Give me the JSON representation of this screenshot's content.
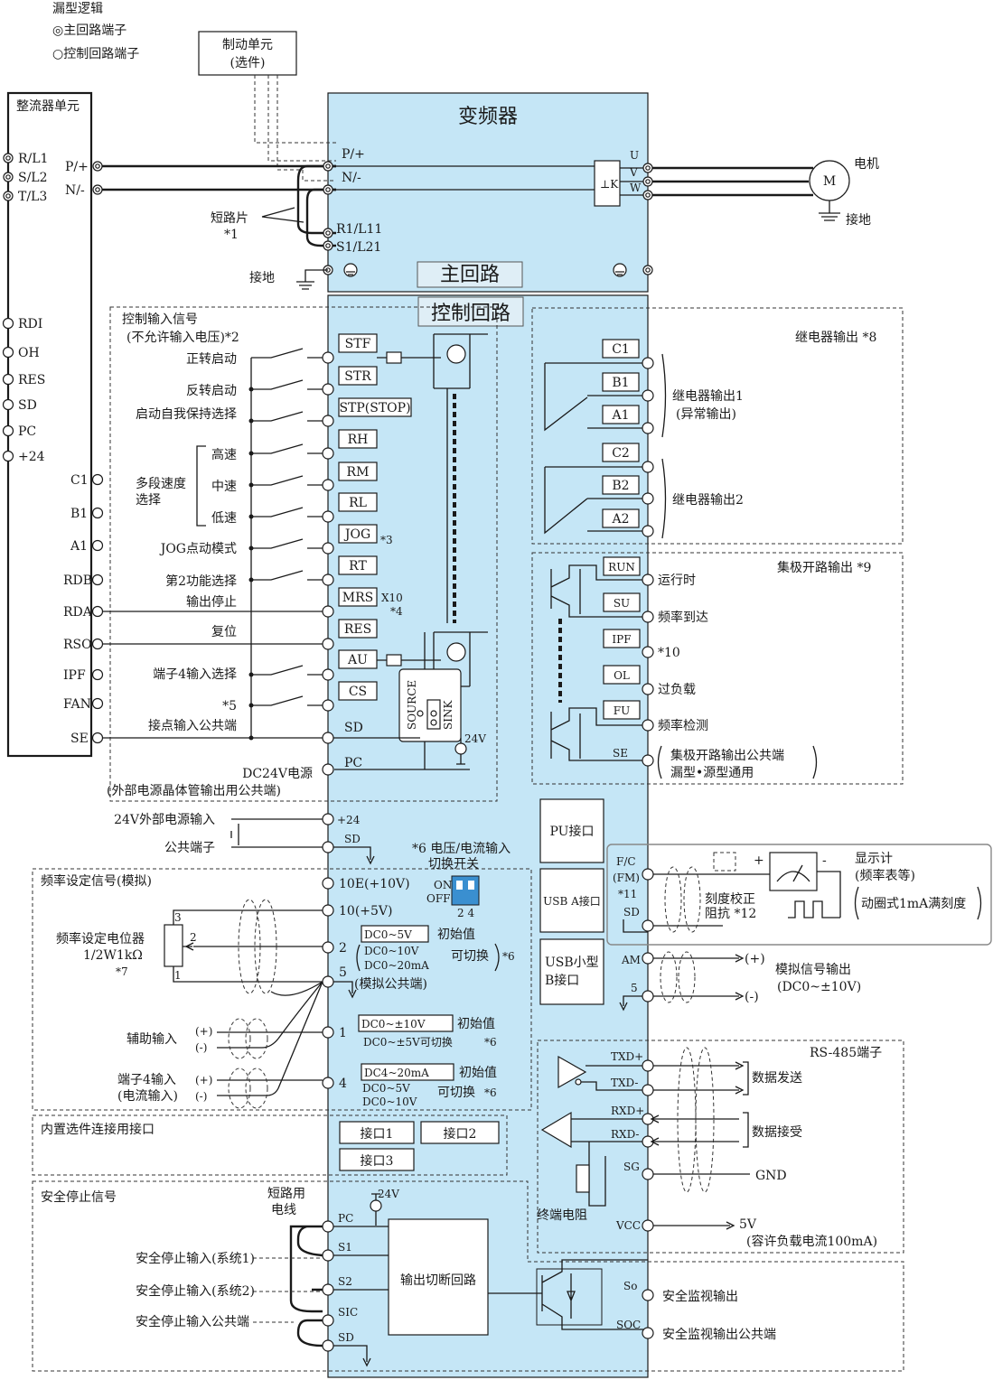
{
  "colors": {
    "panel": "#c5e6f6",
    "line": "#1a1a1a"
  },
  "legend": {
    "title": "漏型逻辑",
    "main": "◎主回路端子",
    "control": "○控制回路端子"
  },
  "brake_unit": {
    "line1": "制动单元",
    "line2": "(选件)"
  },
  "rectifier": {
    "title": "整流器单元",
    "inputs": [
      "R/L1",
      "S/L2",
      "T/L3"
    ],
    "dc": [
      "P/+",
      "N/-"
    ],
    "signals": [
      "RDI",
      "OH",
      "RES",
      "SD",
      "PC",
      "+24",
      "C1",
      "B1",
      "A1",
      "RDB",
      "RDA",
      "RSO",
      "IPF",
      "FAN",
      "SE"
    ]
  },
  "inverter": {
    "title": "变频器",
    "main_circuit": "主回路",
    "control_circuit": "控制回路",
    "main_terminals": [
      "P/+",
      "N/-",
      "R1/L11",
      "S1/L21"
    ],
    "output_terminals": [
      "U",
      "V",
      "W"
    ]
  },
  "motor": {
    "label": "电机",
    "symbol": "M",
    "ground": "接地"
  },
  "short_bar": {
    "label": "短路片",
    "note": "*1"
  },
  "ground_label": "接地",
  "control_input": {
    "title": "控制输入信号",
    "subtitle": "(不允许输入电压)*2",
    "items": [
      {
        "terminal": "STF",
        "label": "正转启动"
      },
      {
        "terminal": "STR",
        "label": "反转启动"
      },
      {
        "terminal": "STP(STOP)",
        "label": "启动自我保持选择"
      },
      {
        "terminal": "RH",
        "label": "高速"
      },
      {
        "terminal": "RM",
        "label": "中速"
      },
      {
        "terminal": "RL",
        "label": "低速"
      },
      {
        "terminal": "JOG",
        "label": "JOG点动模式"
      },
      {
        "terminal": "RT",
        "label": "第2功能选择"
      },
      {
        "terminal": "MRS",
        "label": "输出停止"
      },
      {
        "terminal": "RES",
        "label": "复位"
      },
      {
        "terminal": "AU",
        "label": "端子4输入选择"
      },
      {
        "terminal": "CS",
        "label": "*5"
      }
    ],
    "multi_speed": "多段速度",
    "multi_speed2": "选择",
    "jog_note": "*3",
    "x10": "X10",
    "x10_note": "*4",
    "sd_terminal": "SD",
    "sd_label": "接点输入公共端",
    "pc_terminal": "PC",
    "pc_label1": "DC24V电源",
    "pc_label2": "(外部电源晶体管输出用公共端)",
    "source": "SOURCE",
    "sink": "SINK",
    "v24": "24V"
  },
  "ext_power": {
    "plus24": "+24",
    "plus24_label": "24V外部电源输入",
    "sd": "SD",
    "sd_label": "公共端子"
  },
  "freq": {
    "title": "频率设定信号(模拟)",
    "switch_label1": "*6 电压/电流输入",
    "switch_label2": "切换开关",
    "on": "ON",
    "off": "OFF",
    "switch_nums": "2 4",
    "t10e": "10E(+10V)",
    "t10": "10(+5V)",
    "t2": "2",
    "t5": "5",
    "t5_label": "(模拟公共端)",
    "t1": "1",
    "t4": "4",
    "pot_label1": "频率设定电位器",
    "pot_label2": "1/2W1kΩ",
    "pot_note": "*7",
    "pot_pins": [
      "3",
      "2",
      "1"
    ],
    "t2_init": "DC0~5V",
    "t2_alt1": "DC0~10V",
    "t2_alt2": "DC0~20mA",
    "init": "初始值",
    "switchable": "可切换",
    "note6": "*6",
    "aux_label": "辅助输入",
    "plus": "(+)",
    "minus": "(-)",
    "t1_init": "DC0~±10V",
    "t1_alt": "DC0~±5V可切换",
    "t4_label1": "端子4输入",
    "t4_label2": "(电流输入)",
    "t4_init": "DC4~20mA",
    "t4_alt1": "DC0~5V",
    "t4_alt2": "DC0~10V"
  },
  "option_conn": {
    "title": "内置选件连接用接口",
    "items": [
      "接口1",
      "接口2",
      "接口3"
    ]
  },
  "safety": {
    "title": "安全停止信号",
    "short_label1": "短路用",
    "short_label2": "电线",
    "v24": "24V",
    "terminals": [
      "PC",
      "S1",
      "S2",
      "SIC",
      "SD"
    ],
    "in1": "安全停止输入(系统1)",
    "in2": "安全停止输入(系统2)",
    "common": "安全停止输入公共端",
    "cutoff": "输出切断回路",
    "so": "So",
    "so_label": "安全监视输出",
    "soc": "SOC",
    "soc_label": "安全监视输出公共端"
  },
  "relay": {
    "title": "继电器输出 *8",
    "terminals1": [
      "C1",
      "B1",
      "A1"
    ],
    "terminals2": [
      "C2",
      "B2",
      "A2"
    ],
    "label1a": "继电器输出1",
    "label1b": "(异常输出)",
    "label2": "继电器输出2"
  },
  "open_collector": {
    "title": "集极开路输出 *9",
    "items": [
      {
        "terminal": "RUN",
        "label": "运行时"
      },
      {
        "terminal": "SU",
        "label": "频率到达"
      },
      {
        "terminal": "IPF",
        "label": "*10"
      },
      {
        "terminal": "OL",
        "label": "过负载"
      },
      {
        "terminal": "FU",
        "label": "频率检测"
      }
    ],
    "se": "SE",
    "se_label1": "集极开路输出公共端",
    "se_label2": "漏型•源型通用"
  },
  "ports": {
    "pu": "PU接口",
    "usb_a": "USB A接口",
    "usb_b1": "USB小型",
    "usb_b2": "B接口"
  },
  "meter": {
    "fc": "F/C",
    "fm": "(FM)",
    "note11": "*11",
    "sd": "SD",
    "label1": "显示计",
    "label2": "(频率表等)",
    "label3": "动圈式1mA满刻度",
    "calib1": "刻度校正",
    "calib2": "阻抗 *12",
    "plus": "+",
    "minus": "-"
  },
  "analog_out": {
    "am": "AM",
    "t5": "5",
    "plus": "(+)",
    "minus": "(-)",
    "label1": "模拟信号输出",
    "label2": "(DC0~±10V)"
  },
  "rs485": {
    "title": "RS-485端子",
    "terminals": [
      "TXD+",
      "TXD-",
      "RXD+",
      "RXD-",
      "SG",
      "VCC"
    ],
    "send": "数据发送",
    "recv": "数据接受",
    "gnd": "GND",
    "term_res": "终端电阻",
    "v5": "5V",
    "v5_note": "(容许负载电流100mA)"
  }
}
